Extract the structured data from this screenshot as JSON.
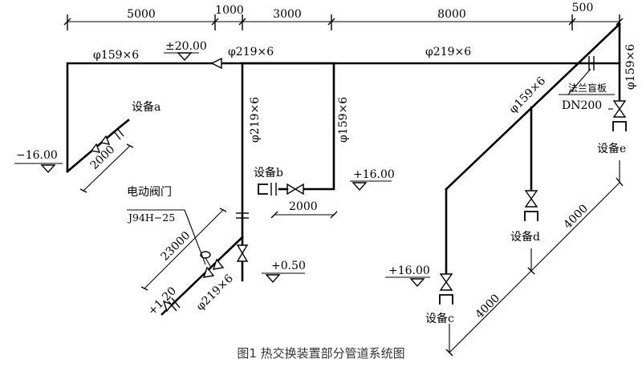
{
  "dimensions": {
    "d1": "5000",
    "d2": "1000",
    "d3": "3000",
    "d4": "8000",
    "d5": "500",
    "d_a": "2000",
    "d_b": "2000",
    "d_valve": "23000",
    "d_d": "4000",
    "d_c": "4000"
  },
  "pipes": {
    "left_top": "φ159×6",
    "main_left": "φ219×6",
    "main_right": "φ219×6",
    "right_riser": "φ159×6",
    "vertical_main": "φ219×6",
    "branch_b": "φ159×6",
    "diag_d": "φ159×6",
    "lower_diag": "φ219×6"
  },
  "elevations": {
    "top": "±20.00",
    "left": "−16.00",
    "b": "+16.00",
    "mid": "+0.50",
    "c": "+16.00",
    "low": "+1.20"
  },
  "equipment": {
    "a": "设备a",
    "b": "设备b",
    "c": "设备c",
    "d": "设备d",
    "e": "设备e"
  },
  "notes": {
    "blind_flange": "法兰盲板",
    "blind_flange_size": "DN200",
    "valve_title": "电动阀门",
    "valve_model": "J94H−25"
  },
  "caption": "图1  热交换装置部分管道系统图"
}
